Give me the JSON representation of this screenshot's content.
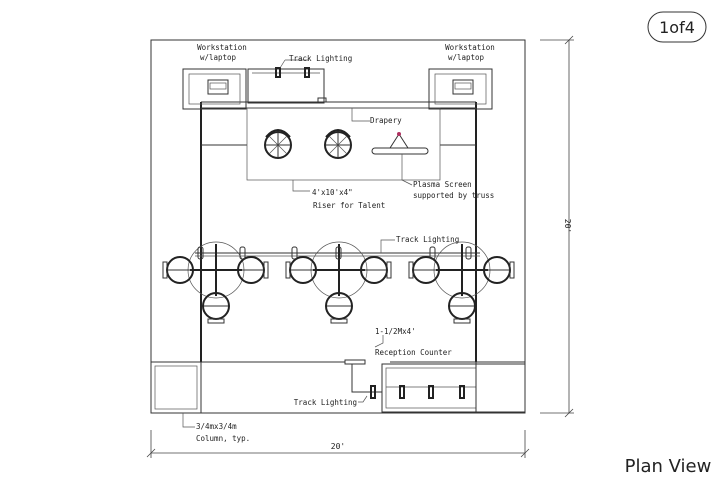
{
  "sheet": {
    "badge": "1of4",
    "view_title": "Plan View"
  },
  "dimensions": {
    "width": "20'",
    "depth": "20'"
  },
  "labels": {
    "workstation_left": [
      "Workstation",
      "w/laptop"
    ],
    "workstation_right": [
      "Workstation",
      "w/laptop"
    ],
    "track_lighting_top": "Track Lighting",
    "drapery": "Drapery",
    "riser": [
      "4'x10'x4\"",
      "Riser for Talent"
    ],
    "plasma": [
      "Plasma Screen",
      "supported by truss"
    ],
    "track_lighting_mid": "Track Lighting",
    "reception": [
      "1-1/2Mx4'",
      "Reception Counter"
    ],
    "track_lighting_bottom": "Track Lighting",
    "column": [
      "3/4mx3/4m",
      "Column, typ."
    ]
  }
}
